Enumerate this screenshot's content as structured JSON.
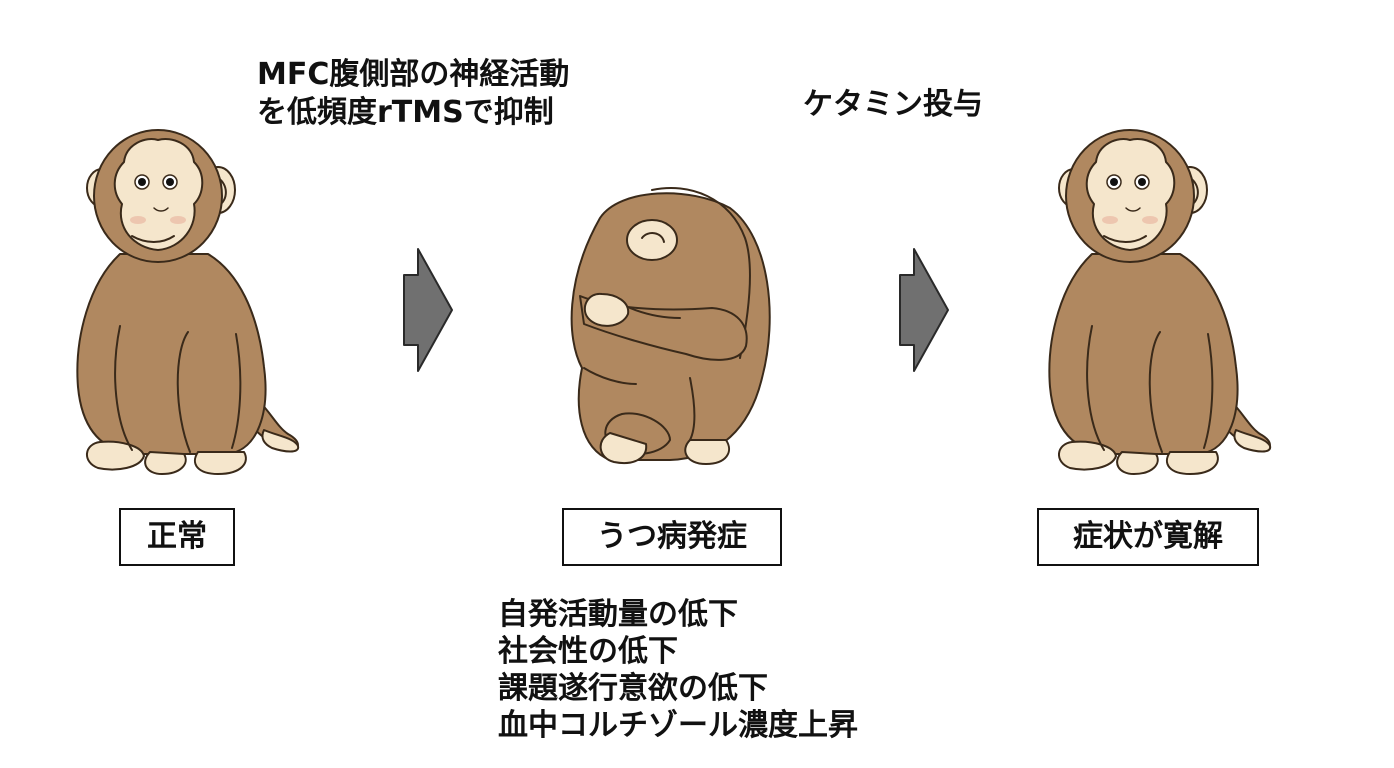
{
  "captions": {
    "intervention_line1": "MFC腹側部の神経活動",
    "intervention_line2": "を低頻度rTMSで抑制",
    "drug": "ケタミン投与"
  },
  "stages": {
    "normal": "正常",
    "depression": "うつ病発症",
    "remission": "症状が寛解"
  },
  "symptoms": [
    "自発活動量の低下",
    "社会性の低下",
    "課題遂行意欲の低下",
    "血中コルチゾール濃度上昇"
  ],
  "colors": {
    "fur": "#b08860",
    "skin": "#f5e6cc",
    "outline": "#3a2a1a",
    "arrow": "#707070"
  }
}
